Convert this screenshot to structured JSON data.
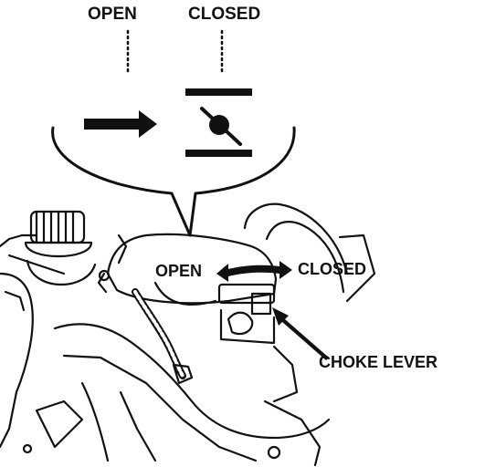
{
  "labels": {
    "top_open": "OPEN",
    "top_closed": "CLOSED",
    "lever_open": "OPEN",
    "lever_closed": "CLOSED",
    "choke_lever": "CHOKE LEVER"
  },
  "colors": {
    "ink": "#111111",
    "background": "#ffffff"
  }
}
